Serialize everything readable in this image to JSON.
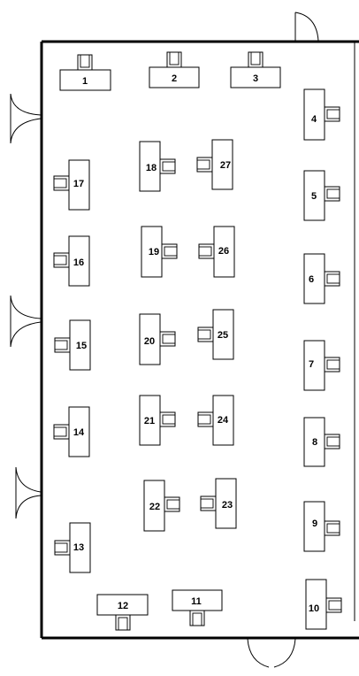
{
  "stations": [
    {
      "label": "1"
    },
    {
      "label": "2"
    },
    {
      "label": "3"
    },
    {
      "label": "4"
    },
    {
      "label": "5"
    },
    {
      "label": "6"
    },
    {
      "label": "7"
    },
    {
      "label": "8"
    },
    {
      "label": "9"
    },
    {
      "label": "10"
    },
    {
      "label": "11"
    },
    {
      "label": "12"
    },
    {
      "label": "13"
    },
    {
      "label": "14"
    },
    {
      "label": "15"
    },
    {
      "label": "16"
    },
    {
      "label": "17"
    },
    {
      "label": "18"
    },
    {
      "label": "19"
    },
    {
      "label": "20"
    },
    {
      "label": "21"
    },
    {
      "label": "22"
    },
    {
      "label": "23"
    },
    {
      "label": "24"
    },
    {
      "label": "25"
    },
    {
      "label": "26"
    },
    {
      "label": "27"
    }
  ]
}
